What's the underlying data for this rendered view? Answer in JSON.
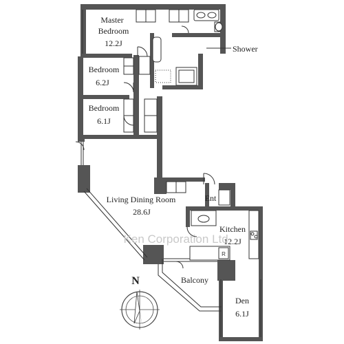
{
  "rooms": {
    "master_bedroom": {
      "name_line1": "Master",
      "name_line2": "Bedroom",
      "size": "12.2J"
    },
    "bedroom_1": {
      "name": "Bedroom",
      "size": "6.2J"
    },
    "bedroom_2": {
      "name": "Bedroom",
      "size": "6.1J"
    },
    "living_dining": {
      "name": "Living Dining Room",
      "size": "28.6J"
    },
    "kitchen": {
      "name": "Kitchen",
      "size": "12.2J"
    },
    "den": {
      "name": "Den",
      "size": "6.1J"
    },
    "shower": {
      "name": "Shower"
    },
    "entrance": {
      "name": "Ent"
    },
    "balcony": {
      "name": "Balcony"
    },
    "fridge": {
      "name": "R"
    }
  },
  "watermark": "Ken Corporation Ltd.",
  "compass": {
    "north_label": "N"
  },
  "colors": {
    "wall": "#555555",
    "line": "#333333",
    "background": "#ffffff"
  }
}
